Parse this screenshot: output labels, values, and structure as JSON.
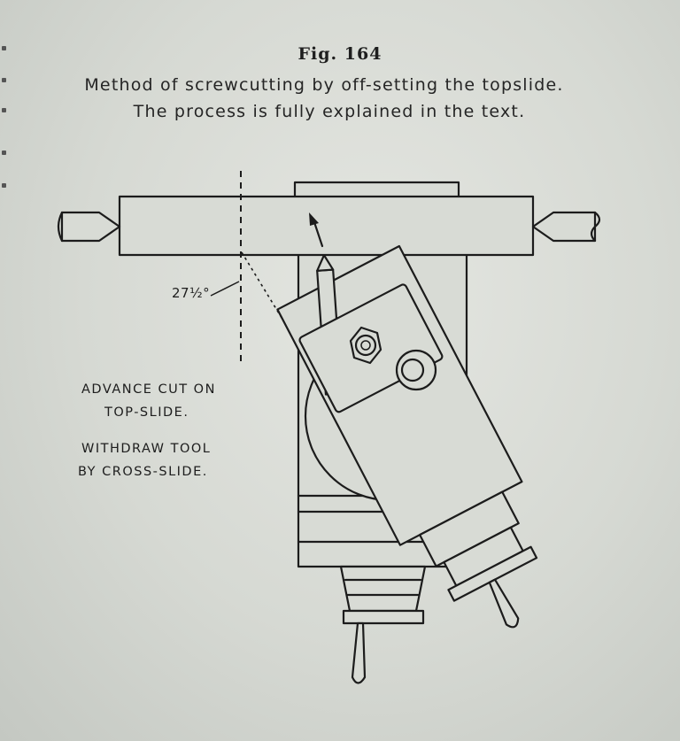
{
  "figure": {
    "title": "Fig. 164",
    "caption_line1": "Method of screwcutting by off-setting the topslide.",
    "caption_line2": "The process is fully explained in the text."
  },
  "annotations": {
    "angle": "27½°",
    "advance_line1": "ADVANCE CUT ON",
    "advance_line2": "TOP-SLIDE.",
    "withdraw_line1": "WITHDRAW TOOL",
    "withdraw_line2": "BY CROSS-SLIDE."
  }
}
